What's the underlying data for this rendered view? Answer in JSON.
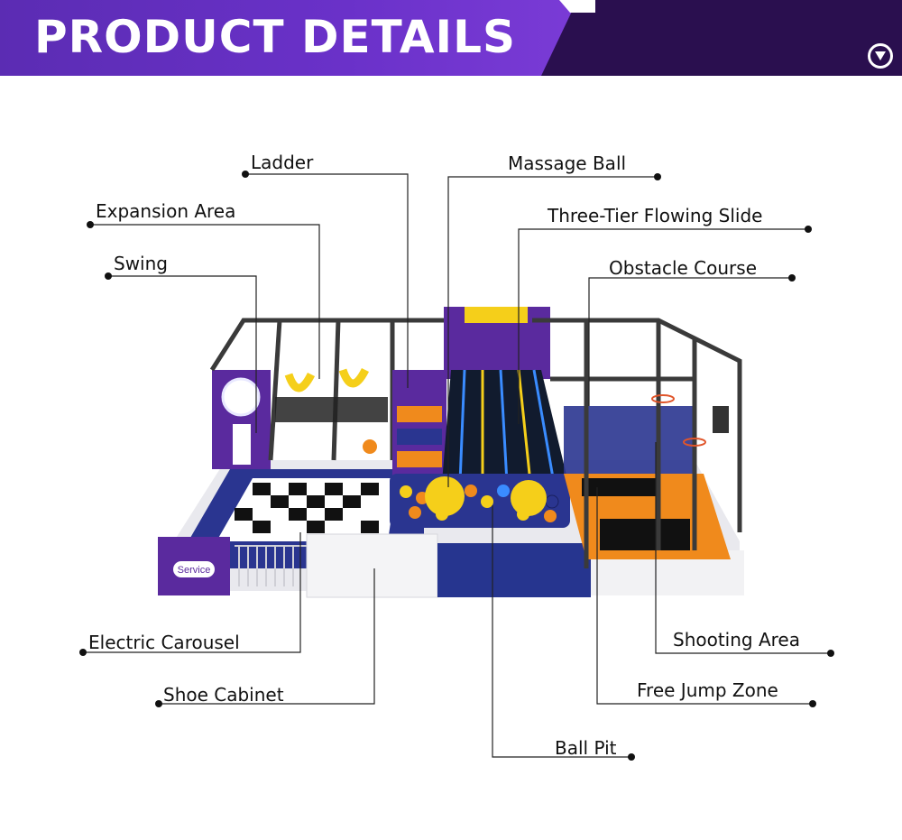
{
  "header": {
    "title": "PRODUCT DETAILS",
    "icon": "chevron-down-circle-icon",
    "colors": {
      "band": "#6a31c9",
      "background": "#2a0f4f"
    }
  },
  "labels": {
    "ladder": "Ladder",
    "expansion_area": "Expansion Area",
    "swing": "Swing",
    "massage_ball": "Massage Ball",
    "three_tier_slide": "Three-Tier Flowing Slide",
    "obstacle_course": "Obstacle Course",
    "electric_carousel": "Electric Carousel",
    "shoe_cabinet": "Shoe Cabinet",
    "shooting_area": "Shooting Area",
    "free_jump_zone": "Free Jump Zone",
    "ball_pit": "Ball Pit"
  },
  "playground": {
    "service_sign": "Service",
    "colors": {
      "purple": "#5a2a9e",
      "navy": "#1f2c7a",
      "orange": "#f08a1c",
      "yellow": "#f5cf1a",
      "frame": "#3a3a3a"
    }
  }
}
